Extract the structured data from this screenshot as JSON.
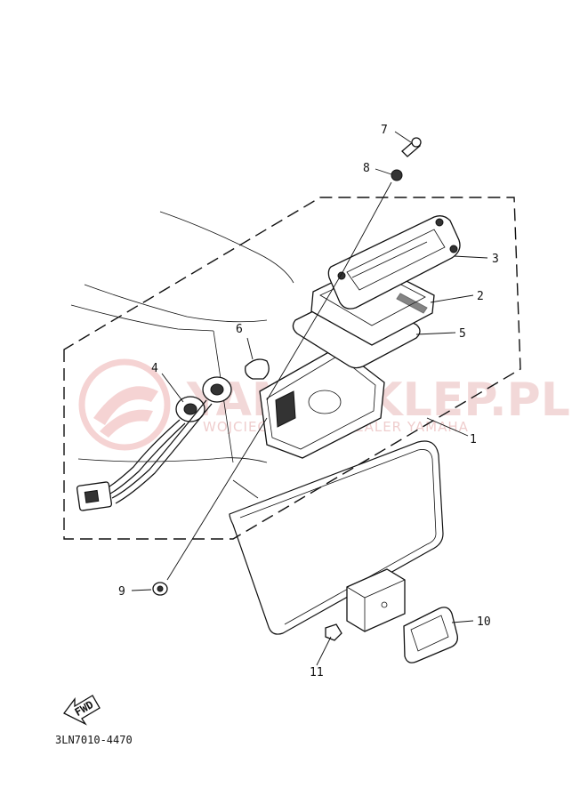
{
  "watermark": {
    "main": "YAMASKLEP.PL",
    "sub": "WOJCIECHOWSKI - DEALER YAMAHA",
    "color": "#e9b9b9"
  },
  "callouts": {
    "c1": "1",
    "c2": "2",
    "c3": "3",
    "c4": "4",
    "c5": "5",
    "c6": "6",
    "c7": "7",
    "c8": "8",
    "c9": "9",
    "c10": "10",
    "c11": "11"
  },
  "fwd_label": "FWD",
  "diagram_code": "3LN7010-4470"
}
